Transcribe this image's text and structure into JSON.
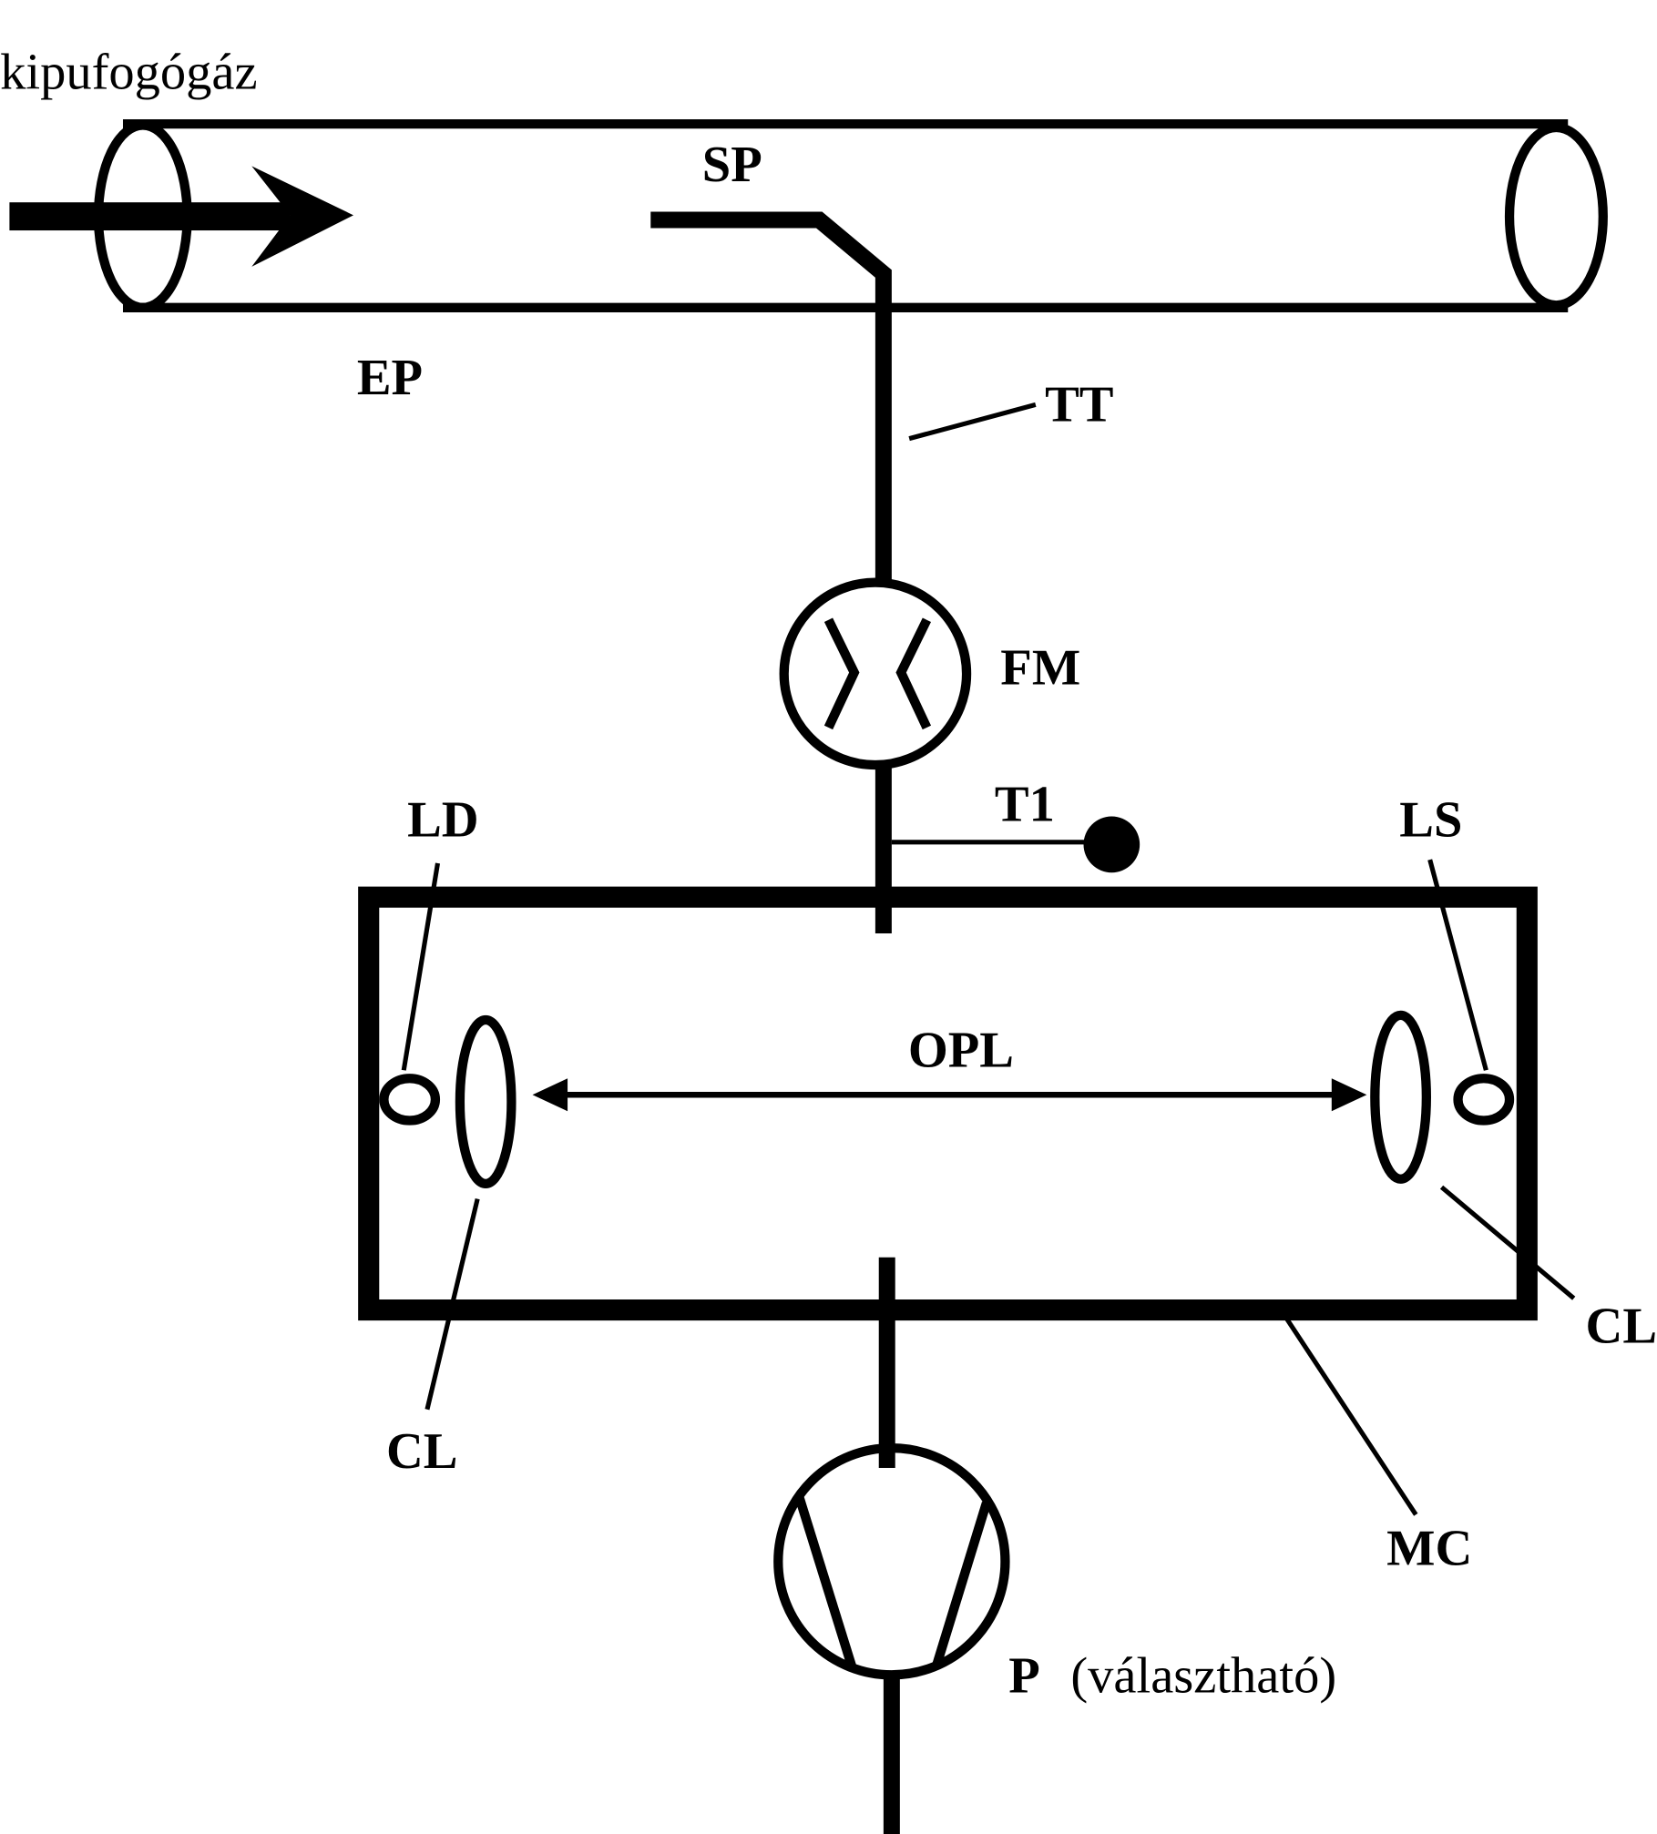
{
  "diagram": {
    "type": "exhaust gas sampling / opacity measurement schematic",
    "flow_label": "kipufogógáz",
    "labels": {
      "sp": "SP",
      "ep": "EP",
      "tt": "TT",
      "fm": "FM",
      "t1": "T1",
      "ld": "LD",
      "ls": "LS",
      "opl": "OPL",
      "cl_left": "CL",
      "cl_right": "CL",
      "mc": "MC",
      "p": "P",
      "p_note": "(választható)"
    },
    "colors": {
      "line": "#000000",
      "background": "#ffffff"
    }
  }
}
